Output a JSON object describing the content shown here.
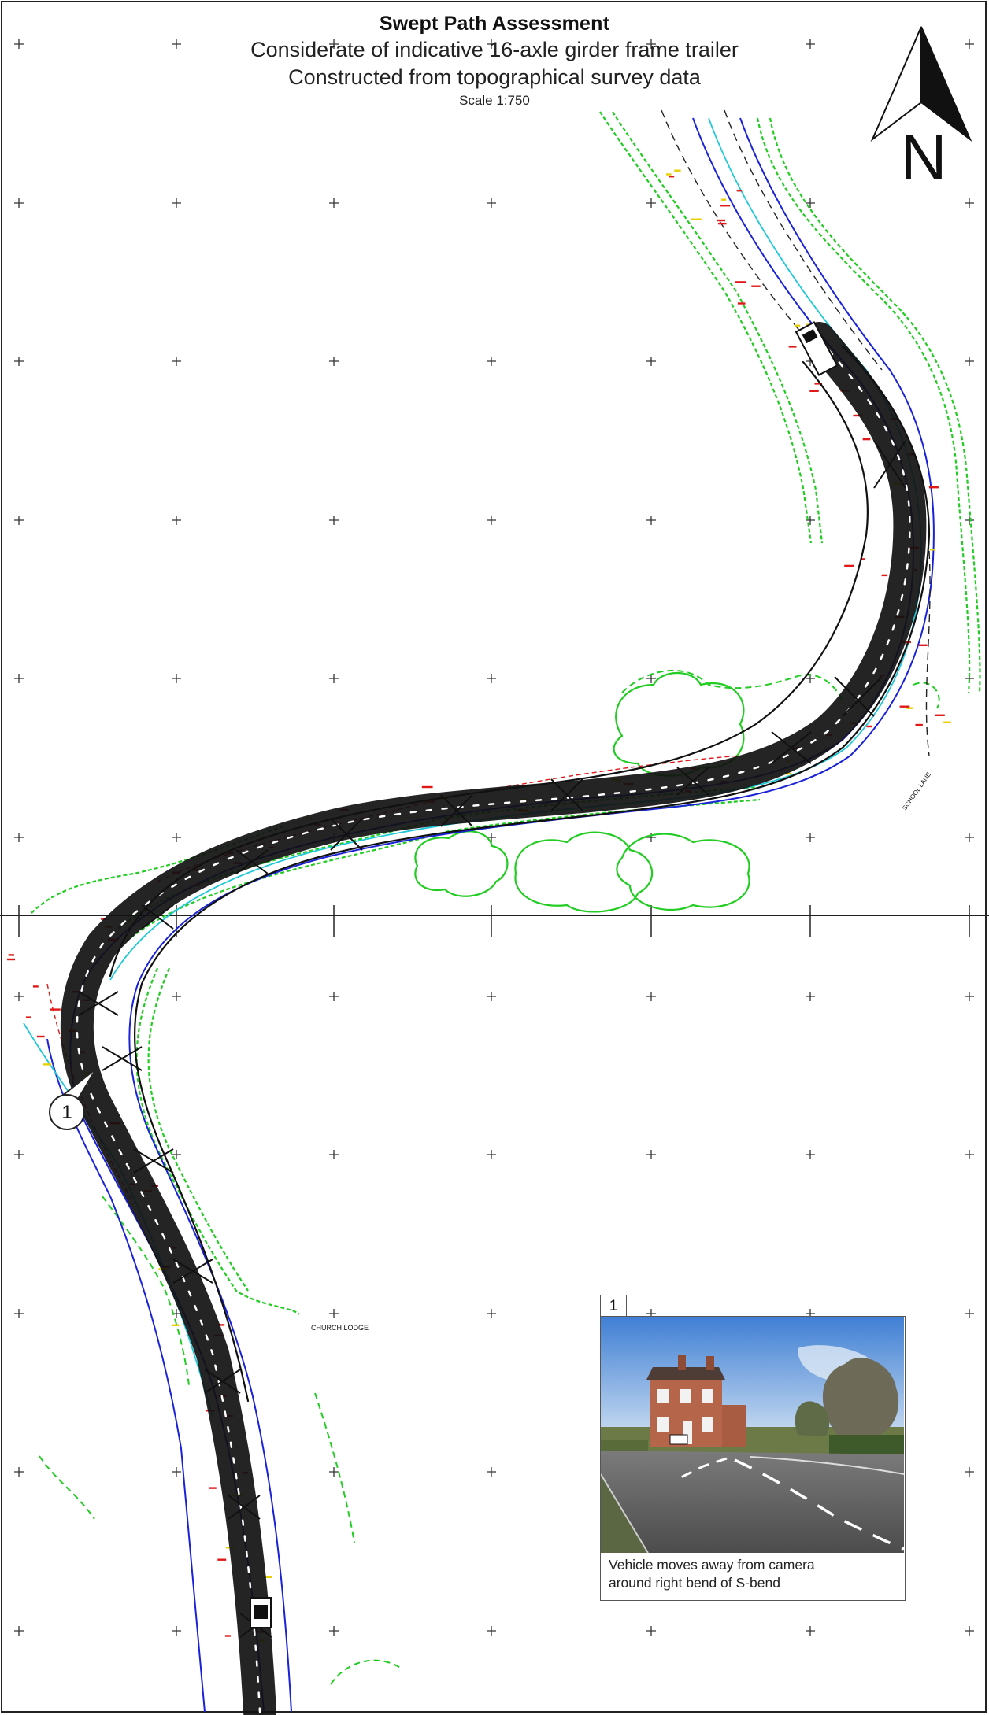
{
  "title": {
    "main": "Swept Path Assessment",
    "line1": "Considerate of indicative 16-axle girder frame trailer",
    "line2": "Constructed from topographical survey data",
    "scale": "Scale 1:750"
  },
  "north_arrow": {
    "label": "N",
    "icon": "north-arrow-icon"
  },
  "callout": {
    "label": "1"
  },
  "photo": {
    "tab_label": "1",
    "caption_line1": "Vehicle moves away from camera",
    "caption_line2": "around right bend of S-bend"
  },
  "map_labels": {
    "church_lodge": "CHURCH LODGE",
    "school_lane": "SCHOOL LANE"
  },
  "colors": {
    "swept_path": "#111111",
    "kerb_blue": "#1a22d8",
    "road_cyan": "#1fc8d8",
    "vegetation_green": "#22cc22",
    "survey_red": "#e01818",
    "survey_yellow": "#e8e000",
    "grid_cross": "#222222"
  }
}
